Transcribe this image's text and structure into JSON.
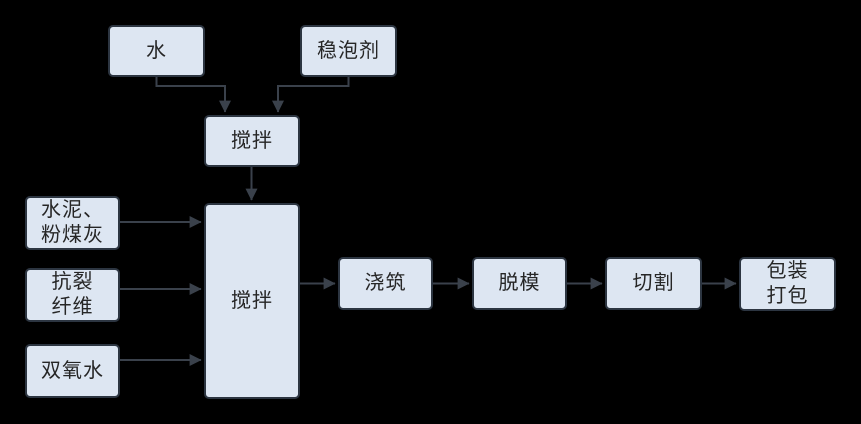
{
  "diagram": {
    "title": "foam-concrete production flowchart",
    "colors": {
      "background": "#000000",
      "node_fill": "#dde6f2",
      "node_border": "#2c3541",
      "connector": "#3a414b",
      "text": "#262626"
    },
    "nodes": [
      {
        "id": "water",
        "lines": [
          "水"
        ]
      },
      {
        "id": "stabilizer",
        "lines": [
          "稳泡剂"
        ]
      },
      {
        "id": "mix1",
        "lines": [
          "搅拌"
        ]
      },
      {
        "id": "mix2",
        "lines": [
          "搅拌"
        ]
      },
      {
        "id": "cement",
        "lines": [
          "水泥、",
          "粉煤灰"
        ]
      },
      {
        "id": "fiber",
        "lines": [
          "抗裂",
          "纤维"
        ]
      },
      {
        "id": "peroxide",
        "lines": [
          "双氧水"
        ]
      },
      {
        "id": "pour",
        "lines": [
          "浇筑"
        ]
      },
      {
        "id": "demold",
        "lines": [
          "脱模"
        ]
      },
      {
        "id": "cut",
        "lines": [
          "切割"
        ]
      },
      {
        "id": "pack",
        "lines": [
          "包装",
          "打包"
        ]
      }
    ],
    "edges": [
      {
        "from": "water",
        "to": "mix1"
      },
      {
        "from": "stabilizer",
        "to": "mix1"
      },
      {
        "from": "mix1",
        "to": "mix2"
      },
      {
        "from": "cement",
        "to": "mix2"
      },
      {
        "from": "fiber",
        "to": "mix2"
      },
      {
        "from": "peroxide",
        "to": "mix2"
      },
      {
        "from": "mix2",
        "to": "pour"
      },
      {
        "from": "pour",
        "to": "demold"
      },
      {
        "from": "demold",
        "to": "cut"
      },
      {
        "from": "cut",
        "to": "pack"
      }
    ]
  }
}
